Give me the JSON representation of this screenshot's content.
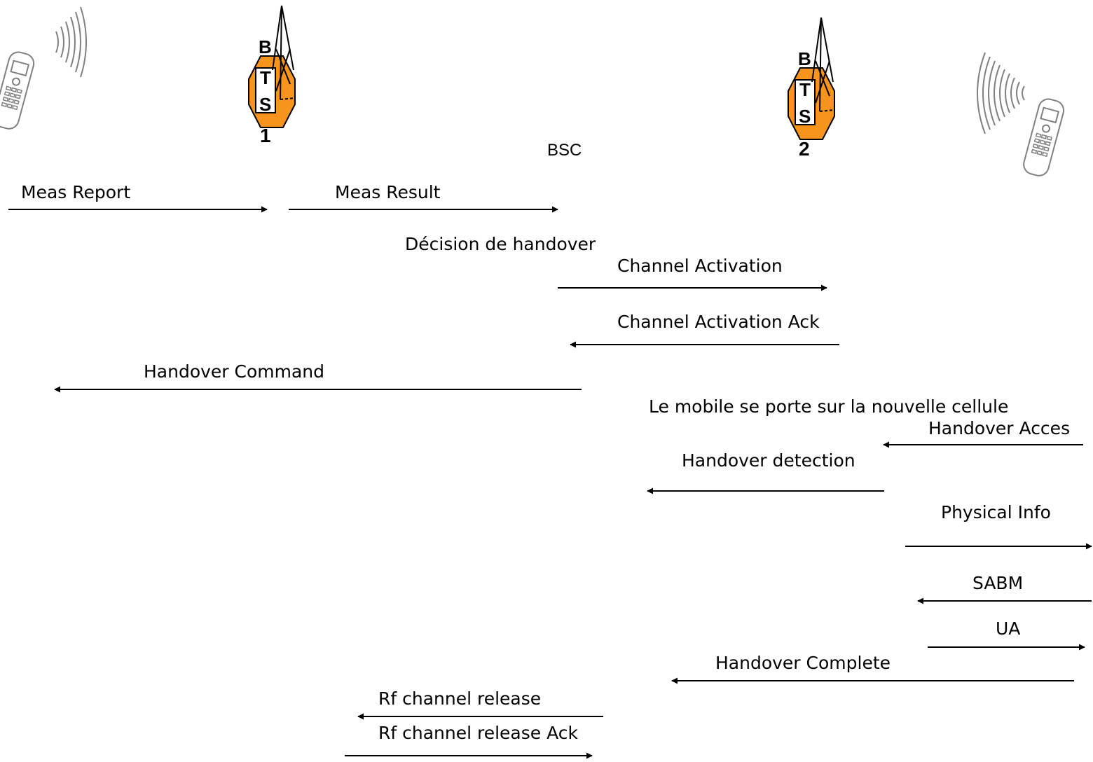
{
  "diagram": {
    "bsc_label": "BSC",
    "bts1": {
      "letters": [
        "B",
        "T",
        "S"
      ],
      "number": "1"
    },
    "bts2": {
      "letters": [
        "B",
        "T",
        "S"
      ],
      "number": "2"
    },
    "notes": {
      "decision": "Décision de handover",
      "mobile_moves": "Le mobile se porte sur la nouvelle cellule"
    },
    "messages": {
      "meas_report": "Meas Report",
      "meas_result": "Meas Result",
      "channel_activation": "Channel Activation",
      "channel_activation_ack": "Channel Activation Ack",
      "handover_command": "Handover Command",
      "handover_acces": "Handover Acces",
      "handover_detection": "Handover detection",
      "physical_info": "Physical Info",
      "sabm": "SABM",
      "ua": "UA",
      "handover_complete": "Handover Complete",
      "rf_channel_release": "Rf channel release",
      "rf_channel_release_ack": "Rf channel release Ack"
    },
    "colors": {
      "bts_fill": "#f7941d",
      "line": "#000000",
      "phone_stroke": "#808080"
    }
  }
}
